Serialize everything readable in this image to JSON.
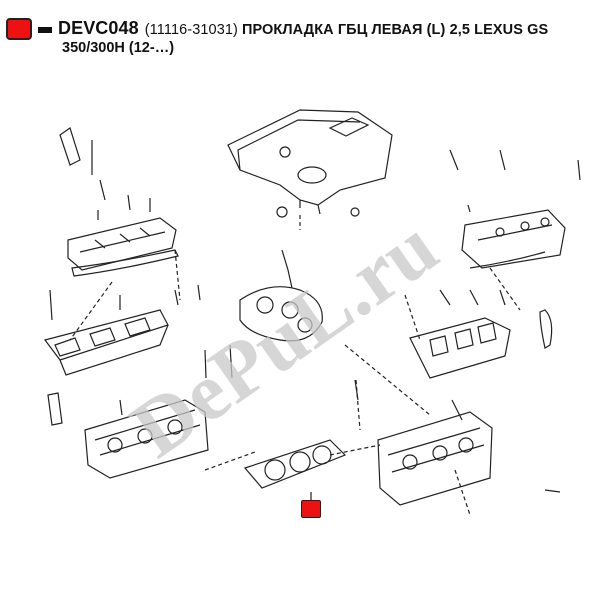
{
  "header": {
    "code": "DEVC048",
    "part_number": "(11116-31031)",
    "description_line1": "ПРОКЛАДКА ГБЦ ЛЕВАЯ (L) 2,5 LEXUS GS",
    "description_line2": "350/300H (12-…)"
  },
  "watermark": {
    "text": "DePuL.ru",
    "color": "#c8c8c8"
  },
  "colors": {
    "accent": "#ee1111",
    "line": "#222222"
  }
}
